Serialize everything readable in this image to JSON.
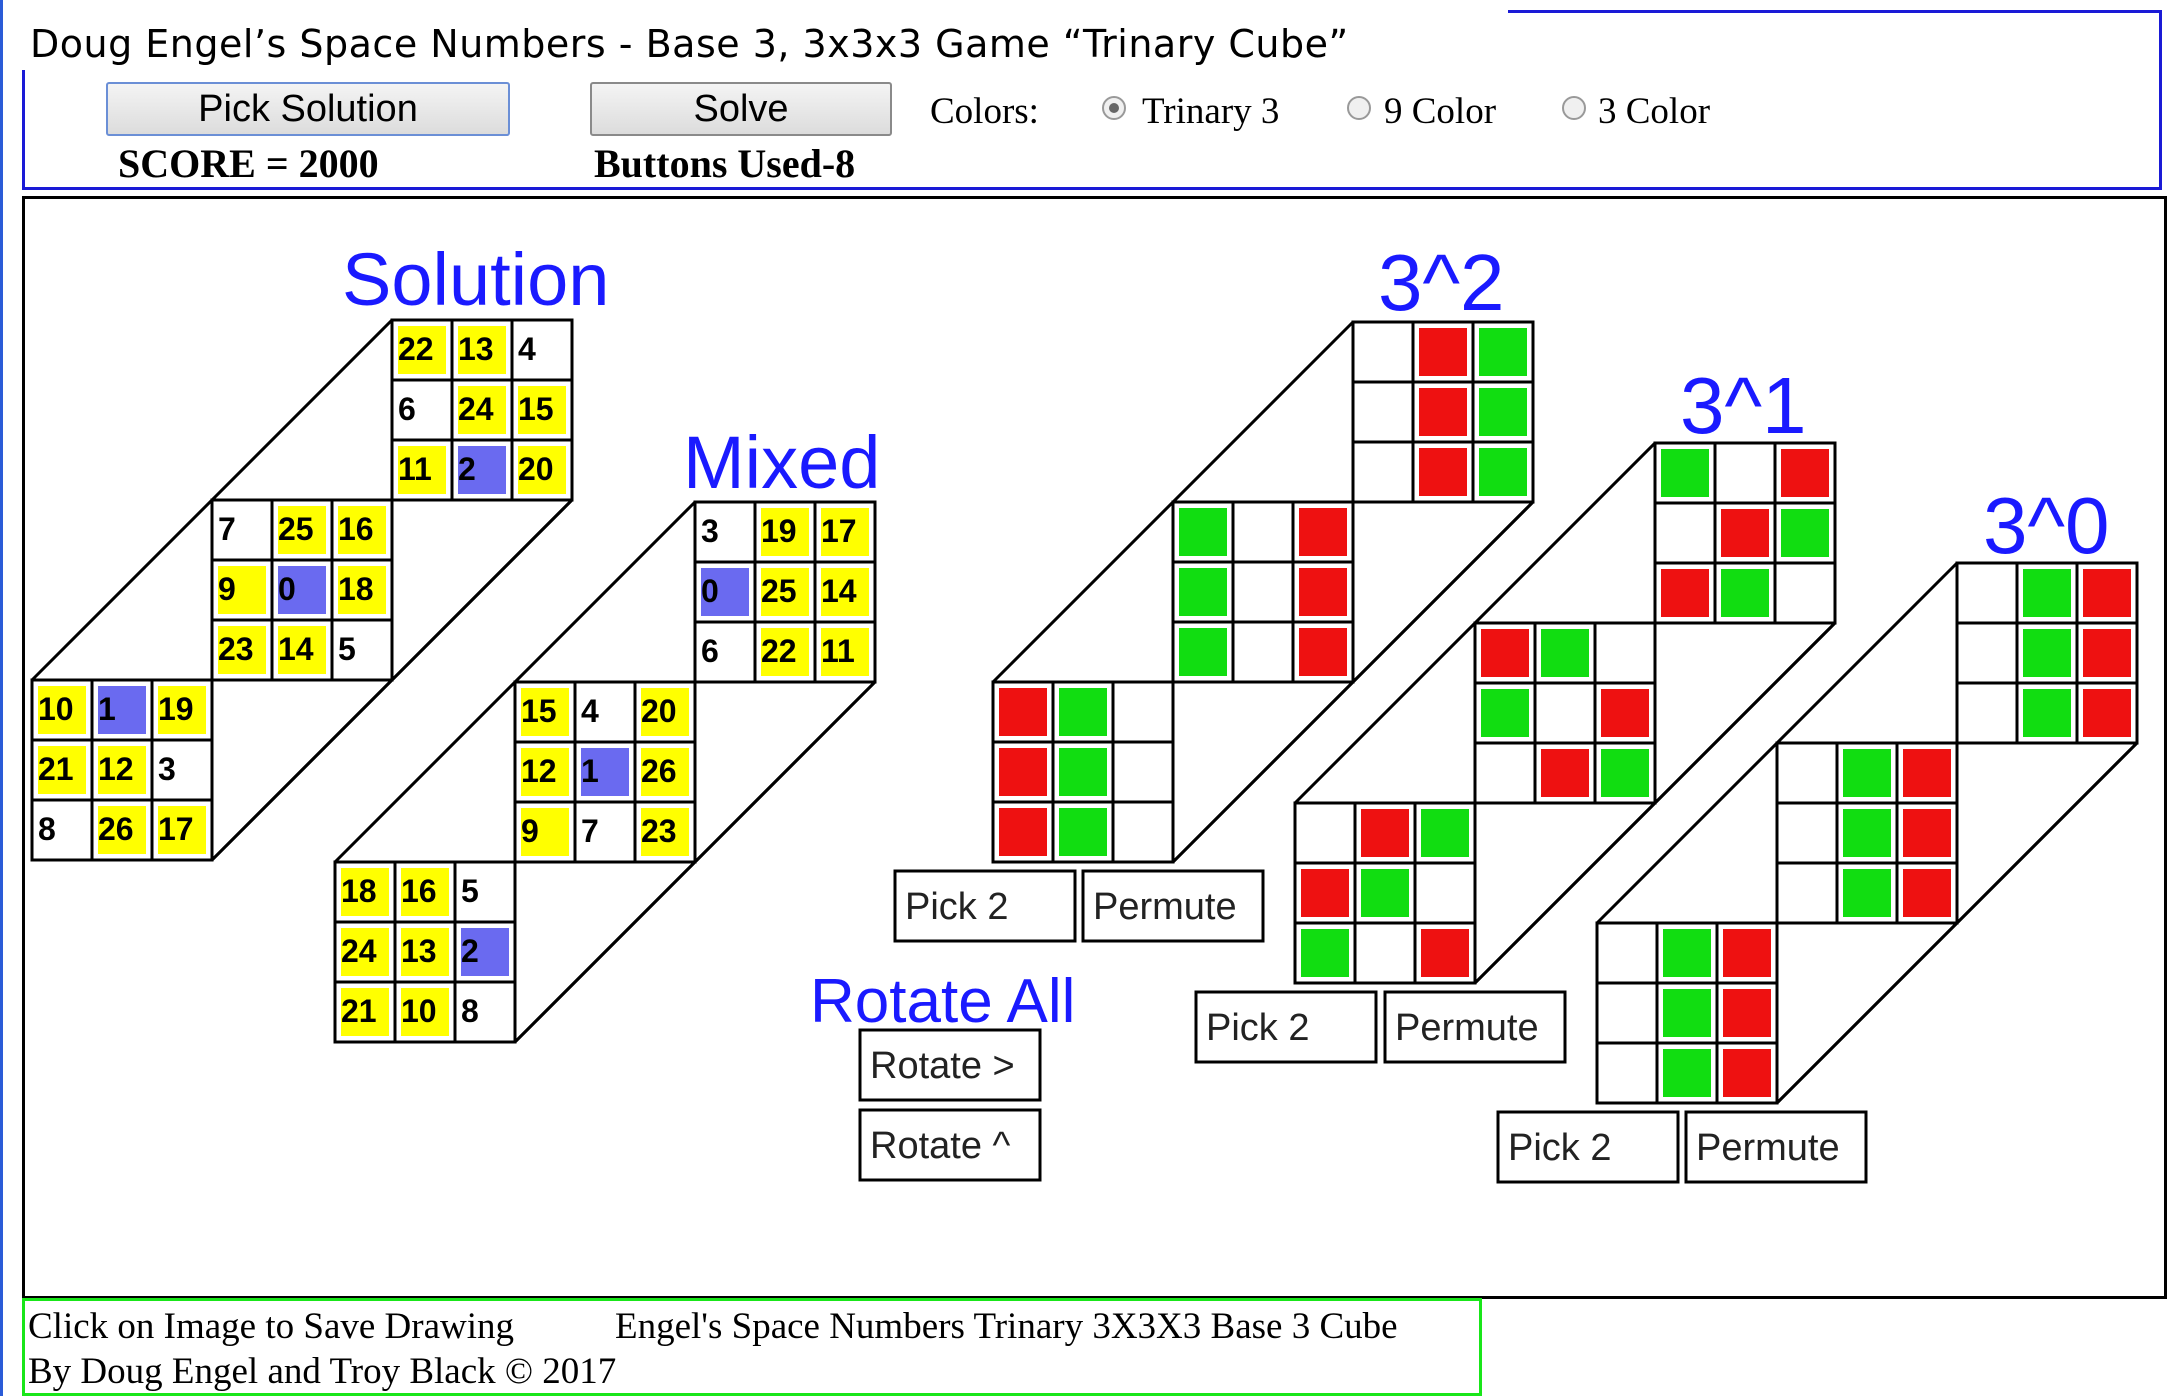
{
  "header": {
    "title": "Doug Engel’s Space Numbers - Base 3, 3x3x3 Game  “Trinary Cube”",
    "pick_solution_label": "Pick Solution",
    "solve_label": "Solve",
    "colors_label": "Colors:",
    "color_options": [
      "Trinary 3",
      "9 Color",
      "3 Color"
    ],
    "selected_color": "Trinary 3",
    "score_text": "SCORE = 2000",
    "buttons_used_text": "Buttons Used-8"
  },
  "board": {
    "solution_title": "Solution",
    "mixed_title": "Mixed",
    "layer2_title": "3^2",
    "layer1_title": "3^1",
    "layer0_title": "3^0",
    "rotate_all_title": "Rotate All",
    "rotate_right_label": "Rotate >",
    "rotate_up_label": "Rotate ^",
    "pick2_label": "Pick 2",
    "permute_label": "Permute",
    "solution_faces": [
      [
        [
          "22",
          "13",
          "4"
        ],
        [
          "6",
          "24",
          "15"
        ],
        [
          "11",
          "2",
          "20"
        ]
      ],
      [
        [
          "7",
          "25",
          "16"
        ],
        [
          "9",
          "0",
          "18"
        ],
        [
          "23",
          "14",
          "5"
        ]
      ],
      [
        [
          "10",
          "1",
          "19"
        ],
        [
          "21",
          "12",
          "3"
        ],
        [
          "8",
          "26",
          "17"
        ]
      ]
    ],
    "mixed_faces": [
      [
        [
          "3",
          "19",
          "17"
        ],
        [
          "0",
          "25",
          "14"
        ],
        [
          "6",
          "22",
          "11"
        ]
      ],
      [
        [
          "15",
          "4",
          "20"
        ],
        [
          "12",
          "1",
          "26"
        ],
        [
          "9",
          "7",
          "23"
        ]
      ],
      [
        [
          "18",
          "16",
          "5"
        ],
        [
          "24",
          "13",
          "2"
        ],
        [
          "21",
          "10",
          "8"
        ]
      ]
    ],
    "layer2_faces": [
      [
        [
          "W",
          "R",
          "G"
        ],
        [
          "W",
          "R",
          "G"
        ],
        [
          "W",
          "R",
          "G"
        ]
      ],
      [
        [
          "G",
          "W",
          "R"
        ],
        [
          "G",
          "W",
          "R"
        ],
        [
          "G",
          "W",
          "R"
        ]
      ],
      [
        [
          "R",
          "G",
          "W"
        ],
        [
          "R",
          "G",
          "W"
        ],
        [
          "R",
          "G",
          "W"
        ]
      ]
    ],
    "layer1_faces": [
      [
        [
          "G",
          "W",
          "R"
        ],
        [
          "W",
          "R",
          "G"
        ],
        [
          "R",
          "G",
          "W"
        ]
      ],
      [
        [
          "R",
          "G",
          "W"
        ],
        [
          "G",
          "W",
          "R"
        ],
        [
          "W",
          "R",
          "G"
        ]
      ],
      [
        [
          "W",
          "R",
          "G"
        ],
        [
          "R",
          "G",
          "W"
        ],
        [
          "G",
          "W",
          "R"
        ]
      ]
    ],
    "layer0_faces": [
      [
        [
          "W",
          "G",
          "R"
        ],
        [
          "W",
          "G",
          "R"
        ],
        [
          "W",
          "G",
          "R"
        ]
      ],
      [
        [
          "W",
          "G",
          "R"
        ],
        [
          "W",
          "G",
          "R"
        ],
        [
          "W",
          "G",
          "R"
        ]
      ],
      [
        [
          "W",
          "G",
          "R"
        ],
        [
          "W",
          "G",
          "R"
        ],
        [
          "W",
          "G",
          "R"
        ]
      ]
    ],
    "colors": {
      "yellow": "#ffff00",
      "blue": "#6a6af0",
      "red": "#ee1111",
      "green": "#11dd11",
      "white": "#ffffff",
      "title_blue": "#1a1aff"
    }
  },
  "footer": {
    "line1_left": "Click on Image to Save Drawing",
    "line1_right": "Engel's Space Numbers Trinary 3X3X3 Base 3 Cube",
    "line2": "By Doug Engel and Troy Black © 2017"
  }
}
